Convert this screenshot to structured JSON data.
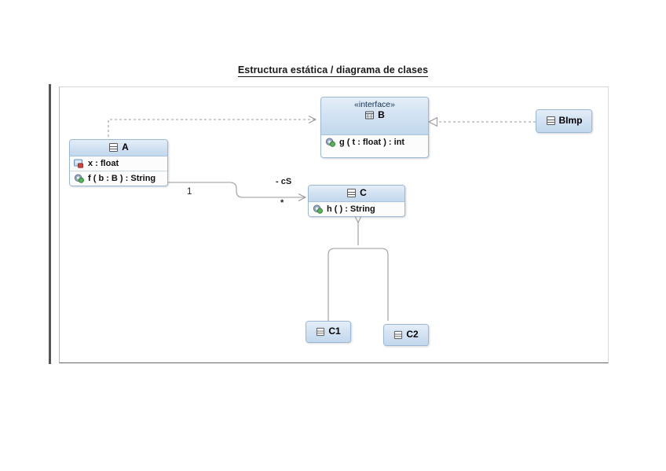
{
  "title": "Estructura estática / diagrama de clases",
  "diagram": {
    "type": "uml-class-diagram",
    "classes": [
      {
        "id": "A",
        "name": "A",
        "stereotype": "",
        "icon": "class-icon",
        "attributes": [
          {
            "text": "x : float",
            "icon": "private-field-icon"
          }
        ],
        "methods": [
          {
            "text": "f ( b : B ) : String",
            "icon": "method-icon"
          }
        ]
      },
      {
        "id": "B",
        "name": "B",
        "stereotype": "«interface»",
        "icon": "interface-icon",
        "attributes": [],
        "methods": [
          {
            "text": "g ( t : float ) : int",
            "icon": "method-icon"
          }
        ]
      },
      {
        "id": "BImp",
        "name": "BImp",
        "stereotype": "",
        "icon": "class-icon",
        "attributes": [],
        "methods": []
      },
      {
        "id": "C",
        "name": "C",
        "stereotype": "",
        "icon": "class-icon",
        "attributes": [],
        "methods": [
          {
            "text": "h ( ) : String",
            "icon": "method-icon"
          }
        ]
      },
      {
        "id": "C1",
        "name": "C1",
        "stereotype": "",
        "icon": "class-icon",
        "attributes": [],
        "methods": []
      },
      {
        "id": "C2",
        "name": "C2",
        "stereotype": "",
        "icon": "class-icon",
        "attributes": [],
        "methods": []
      }
    ],
    "relations": [
      {
        "id": "dep-a-b",
        "kind": "dependency",
        "from": "A",
        "to": "B",
        "style": "dashed",
        "arrow": "open"
      },
      {
        "id": "real-bimp-b",
        "kind": "realization",
        "from": "BImp",
        "to": "B",
        "style": "dashed",
        "arrow": "hollow-triangle"
      },
      {
        "id": "assoc-a-c",
        "kind": "association",
        "from": "A",
        "to": "C",
        "style": "solid",
        "arrow": "open",
        "source_multiplicity": "1",
        "target_role": "- cS",
        "target_multiplicity": "*"
      },
      {
        "id": "gen-c1-c",
        "kind": "generalization",
        "from": "C1",
        "to": "C",
        "style": "solid",
        "arrow": "hollow-triangle"
      },
      {
        "id": "gen-c2-c",
        "kind": "generalization",
        "from": "C2",
        "to": "C",
        "style": "solid",
        "arrow": "hollow-triangle"
      }
    ],
    "labels": {
      "assoc_source_multiplicity": "1",
      "assoc_target_role": "- cS",
      "assoc_target_multiplicity": "*"
    },
    "colors": {
      "header_top": "#e4eef8",
      "header_bottom": "#c2d8ec",
      "border": "#9bb7d4",
      "connector": "#9a9a9a",
      "frame_bottom": "#666666"
    }
  }
}
